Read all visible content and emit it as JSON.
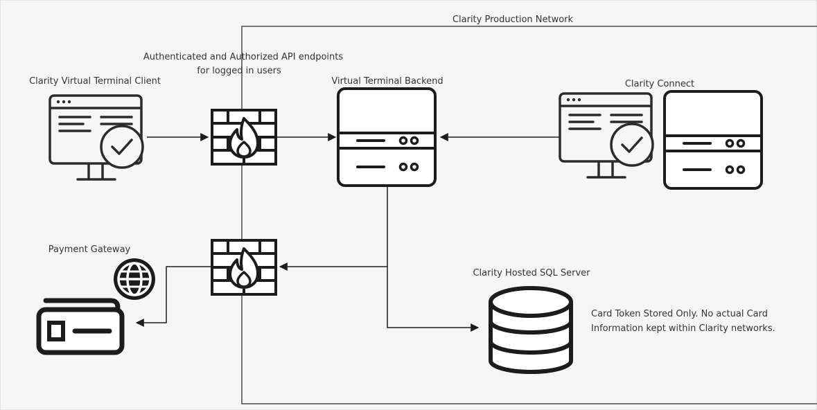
{
  "network_label": "Clarity Production Network",
  "labels": {
    "api_line1": "Authenticated and Authorized API endpoints",
    "api_line2": "for logged in users",
    "client": "Clarity Virtual Terminal Client",
    "backend": "Virtual Terminal Backend",
    "connect": "Clarity Connect",
    "gateway": "Payment Gateway",
    "sql": "Clarity Hosted SQL Server",
    "note_line1": "Card Token Stored Only. No actual Card",
    "note_line2": "Information kept within Clarity networks."
  },
  "icons": {
    "client": "monitor-check-icon",
    "firewall_top": "firewall-icon",
    "firewall_bottom": "firewall-icon",
    "backend": "server-icon",
    "connect_monitor": "monitor-check-icon",
    "connect_server": "server-icon",
    "gateway_globe": "globe-icon",
    "gateway_card": "credit-card-icon",
    "sql": "database-icon"
  },
  "colors": {
    "stroke": "#1c1c1c",
    "background": "#f6f6f6",
    "text": "#333333",
    "network_border": "#4a4a4a"
  }
}
